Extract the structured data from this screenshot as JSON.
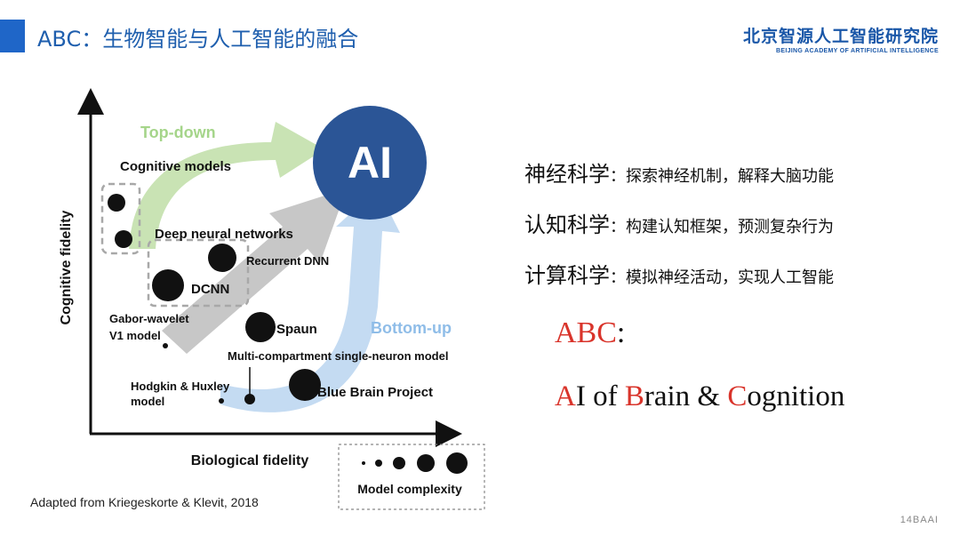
{
  "header": {
    "title": "ABC：生物智能与人工智能的融合",
    "logo_cn": "北京智源人工智能研究院",
    "logo_en": "BEIJING ACADEMY OF ARTIFICIAL INTELLIGENCE",
    "accent_color": "#1f66c8"
  },
  "diagram": {
    "y_axis_label": "Cognitive fidelity",
    "x_axis_label": "Biological fidelity",
    "ai_label": "AI",
    "top_down_label": "Top-down",
    "bottom_up_label": "Bottom-up",
    "cognitive_models": "Cognitive models",
    "deep_networks": "Deep neural networks",
    "recurrent_dnn": "Recurrent DNN",
    "dcnn": "DCNN",
    "gabor_line1": "Gabor-wavelet",
    "gabor_line2": "V1 model",
    "spaun": "Spaun",
    "multi_compartment": "Multi-compartment single-neuron model",
    "hodgkin_line1": "Hodgkin & Huxley",
    "hodgkin_line2": "model",
    "blue_brain": "Blue Brain Project",
    "legend_label": "Model complexity",
    "colors": {
      "ai_circle": "#2b5596",
      "top_down_arrow": "#c9e3b4",
      "top_down_text": "#a5d58a",
      "bottom_up_arrow": "#c4dbf2",
      "bottom_up_text": "#8fbde8",
      "middle_arrow": "#c7c7c7"
    }
  },
  "definitions": [
    {
      "term": "神经科学",
      "desc": "：探索神经机制，解释大脑功能"
    },
    {
      "term": "认知科学",
      "desc": "：构建认知框架，预测复杂行为"
    },
    {
      "term": "计算科学",
      "desc": "：模拟神经活动，实现人工智能"
    }
  ],
  "abc": {
    "letters": "ABC",
    "colon": ":",
    "full": {
      "a": "A",
      "a_rest": "I of ",
      "b": "B",
      "b_rest": "rain & ",
      "c": "C",
      "c_rest": "ognition"
    },
    "red_color": "#d9342b"
  },
  "footer": {
    "source": "Adapted from Kriegeskorte & Klevit, 2018",
    "page": "14BAAI"
  }
}
